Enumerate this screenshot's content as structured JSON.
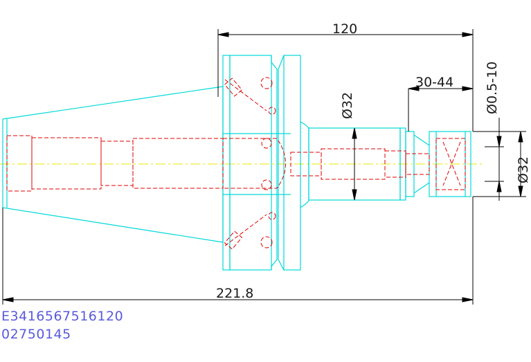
{
  "drawing": {
    "dimensions": {
      "top_length": "120",
      "overall_length": "221.8",
      "shank_diameter": "Ø32",
      "clamping_range": "30-44",
      "collet_range": "Ø0.5-10",
      "nut_diameter": "Ø32"
    },
    "codes": {
      "line1": "E3416567516120",
      "line2": "02750145"
    },
    "colors": {
      "outline": "#00d8d8",
      "hidden": "#e00000",
      "center": "#e8e800",
      "dimension": "#000000",
      "code_text": "#5a5adc"
    }
  }
}
